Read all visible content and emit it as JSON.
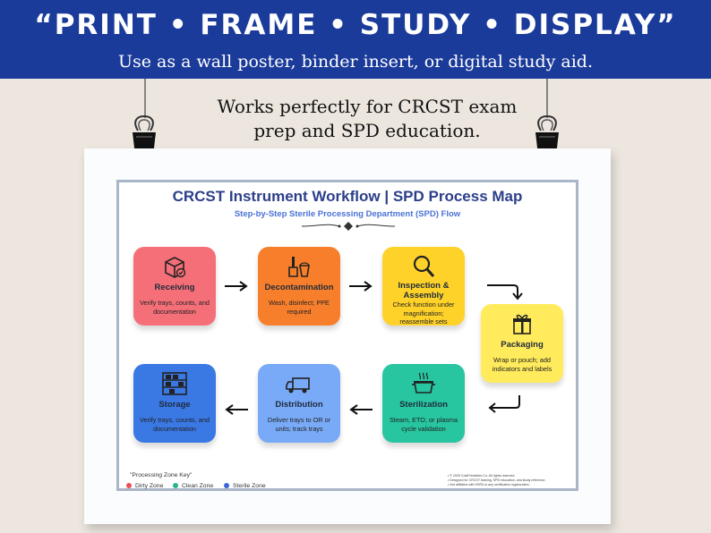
{
  "banner": {
    "headline": "“PRINT • FRAME • STUDY • DISPLAY”",
    "subline": "Use as a wall poster, binder insert, or digital study aid.",
    "color": "#1b3b9a"
  },
  "tagline": {
    "line1": "Works perfectly for CRCST exam",
    "line2": "prep and SPD education."
  },
  "poster": {
    "title": "CRCST Instrument Workflow | SPD Process Map",
    "subtitle": "Step-by-Step Sterile Processing Department (SPD) Flow",
    "steps": [
      {
        "name": "Receiving",
        "desc": "Verify trays, counts, and documentation",
        "icon": "box-check-icon",
        "color": "#f56f78"
      },
      {
        "name": "Decontamination",
        "desc": "Wash, disinfect; PPE required",
        "icon": "cleaning-brush-bucket-icon",
        "color": "#f77f2c"
      },
      {
        "name": "Inspection & Assembly",
        "desc": "Check function under magnification; reassemble sets",
        "icon": "magnifier-icon",
        "color": "#ffd22a"
      },
      {
        "name": "Packaging",
        "desc": "Wrap or pouch; add indicators and labels",
        "icon": "gift-package-icon",
        "color": "#ffeb5c"
      },
      {
        "name": "Sterilization",
        "desc": "Steam, ETO, or plasma cycle validation",
        "icon": "steam-pot-icon",
        "color": "#27c6a1"
      },
      {
        "name": "Distribution",
        "desc": "Deliver trays to OR or units; track trays",
        "icon": "truck-icon",
        "color": "#79aaf7"
      },
      {
        "name": "Storage",
        "desc": "Verify trays, counts, and documentation",
        "icon": "storage-shelf-icon",
        "color": "#3a78e4"
      }
    ],
    "key": {
      "title": "\"Processing Zone Key\"",
      "items": [
        {
          "label": "Dirty Zone",
          "color": "#e8505b"
        },
        {
          "label": "Clean Zone",
          "color": "#27b38e"
        },
        {
          "label": "Sterile Zone",
          "color": "#3a66d8"
        }
      ]
    },
    "legal": [
      "• © 2025 ColaPrintables Co. All rights reserved.",
      "• Designed for CRCST training, SPD education, and study reference.",
      "• Not affiliated with HSPA or any certification organization."
    ]
  }
}
